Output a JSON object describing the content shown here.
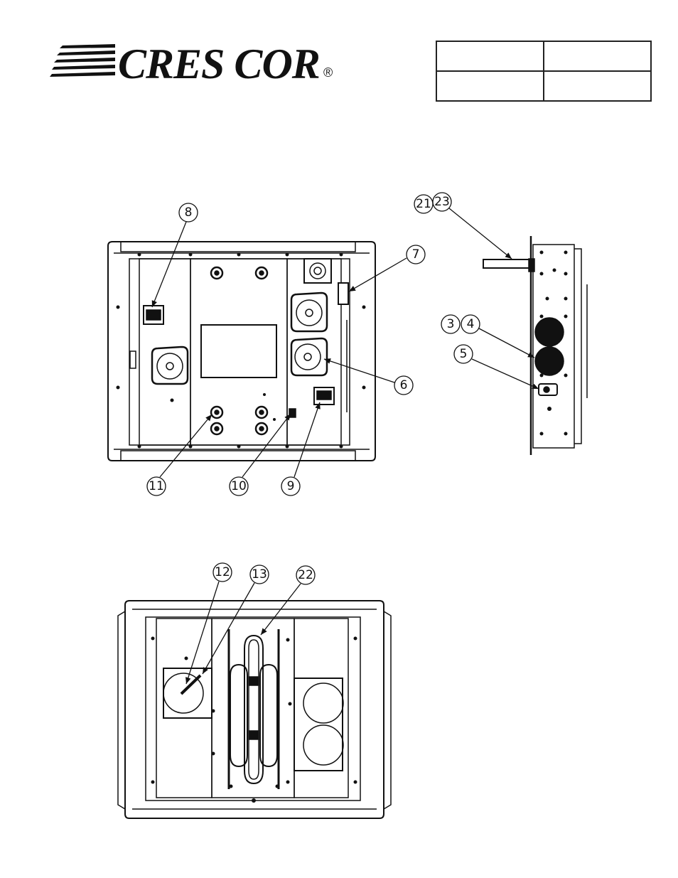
{
  "header": {
    "brand": "CRES COR",
    "brand_mark": "®",
    "info_table": [
      [
        "",
        ""
      ],
      [
        "",
        ""
      ]
    ]
  },
  "callouts": {
    "c8": "8",
    "c7": "7",
    "c6": "6",
    "c9": "9",
    "c10": "10",
    "c11": "11",
    "c21": "21",
    "c23": "23",
    "c3": "3",
    "c4": "4",
    "c5": "5",
    "c12": "12",
    "c13": "13",
    "c22": "22"
  }
}
